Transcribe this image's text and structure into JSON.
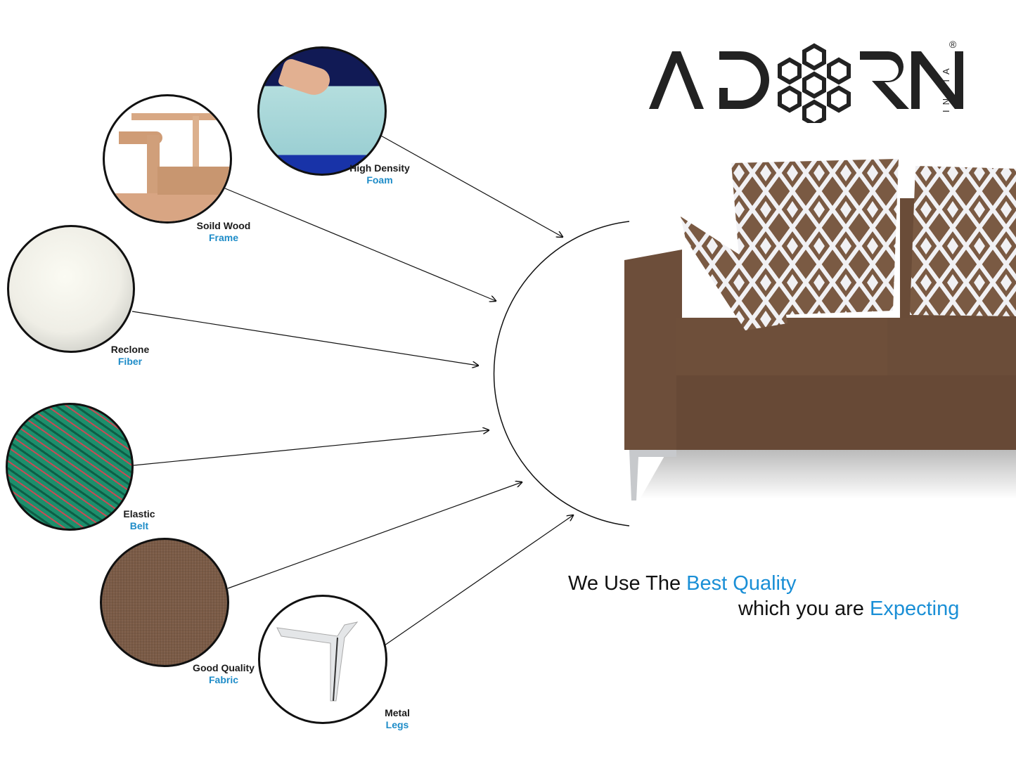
{
  "brand": {
    "name_left": "AD",
    "name_right": "RN",
    "sub": "INDIA",
    "registered": "®"
  },
  "features": [
    {
      "line1": "High Density",
      "line2": "Foam",
      "icon": "foam-icon"
    },
    {
      "line1": "Soild Wood",
      "line2": "Frame",
      "icon": "wood-frame-icon"
    },
    {
      "line1": "Reclone",
      "line2": "Fiber",
      "icon": "fiber-icon"
    },
    {
      "line1": "Elastic",
      "line2": "Belt",
      "icon": "elastic-belt-icon"
    },
    {
      "line1": "Good Quality",
      "line2": "Fabric",
      "icon": "fabric-icon"
    },
    {
      "line1": "Metal",
      "line2": "Legs",
      "icon": "metal-leg-icon"
    }
  ],
  "tagline": {
    "line1_plain": "We Use The ",
    "line1_highlight": "Best Quality",
    "line2_plain": "which you are ",
    "line2_highlight": "Expecting"
  },
  "colors": {
    "accent_blue": "#1a8fd6",
    "sofa_brown": "#6e4f3a",
    "text_dark": "#1a1a1a"
  }
}
